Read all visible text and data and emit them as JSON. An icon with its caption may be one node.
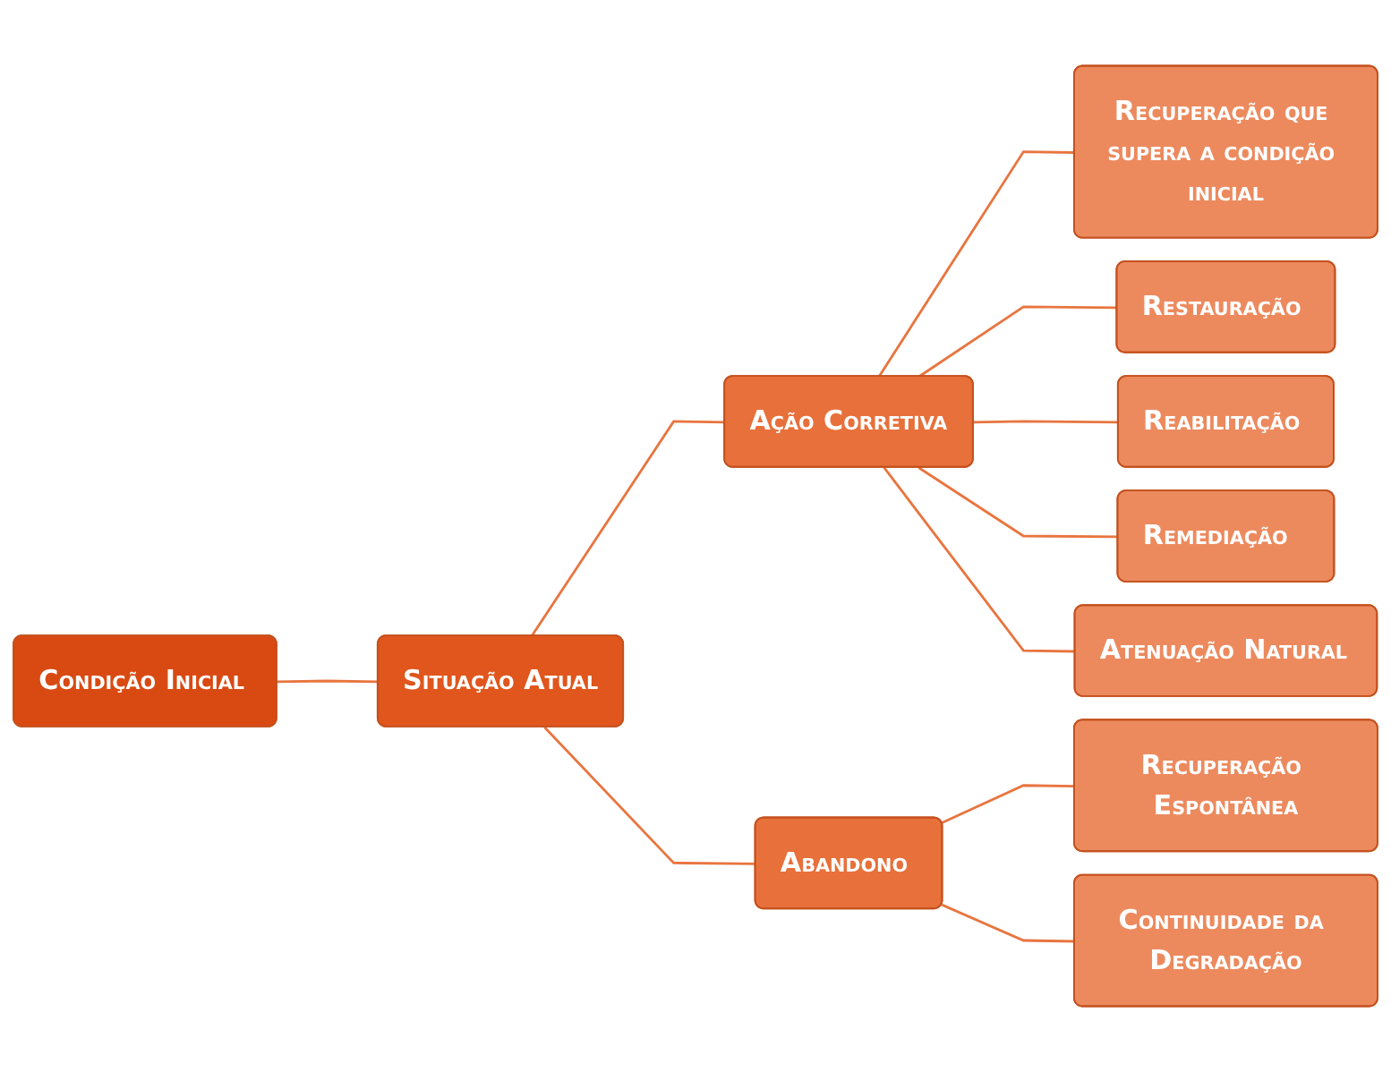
{
  "diagram": {
    "nodes": [
      {
        "text": [
          "Condição Inicial"
        ]
      },
      {
        "text": [
          "Situação Atual"
        ]
      },
      {
        "text": [
          "Ação Corretiva"
        ]
      },
      {
        "text": [
          "Abandono"
        ]
      },
      {
        "text": [
          "Recuperação que supera a condição inicial"
        ]
      },
      {
        "text": [
          "Restauração"
        ]
      },
      {
        "text": [
          "Reabilitação"
        ]
      },
      {
        "text": [
          "Remediação"
        ]
      },
      {
        "text": [
          "Atenuação Natural"
        ]
      },
      {
        "text": [
          "Recuperação Espontânea"
        ]
      },
      {
        "text": [
          "Continuidade da Degradação"
        ]
      }
    ],
    "edges": [
      {
        "from": 0,
        "to": 1,
        "arrow": "none"
      },
      {
        "from": 1,
        "to": 2,
        "arrow": "none"
      },
      {
        "from": 1,
        "to": 3,
        "arrow": "none"
      },
      {
        "from": 2,
        "to": 4,
        "arrow": "none"
      },
      {
        "from": 2,
        "to": 5,
        "arrow": "none"
      },
      {
        "from": 2,
        "to": 6,
        "arrow": "none"
      },
      {
        "from": 2,
        "to": 7,
        "arrow": "none"
      },
      {
        "from": 2,
        "to": 8,
        "arrow": "none"
      },
      {
        "from": 3,
        "to": 9,
        "arrow": "none"
      },
      {
        "from": 3,
        "to": 10,
        "arrow": "none"
      }
    ]
  }
}
